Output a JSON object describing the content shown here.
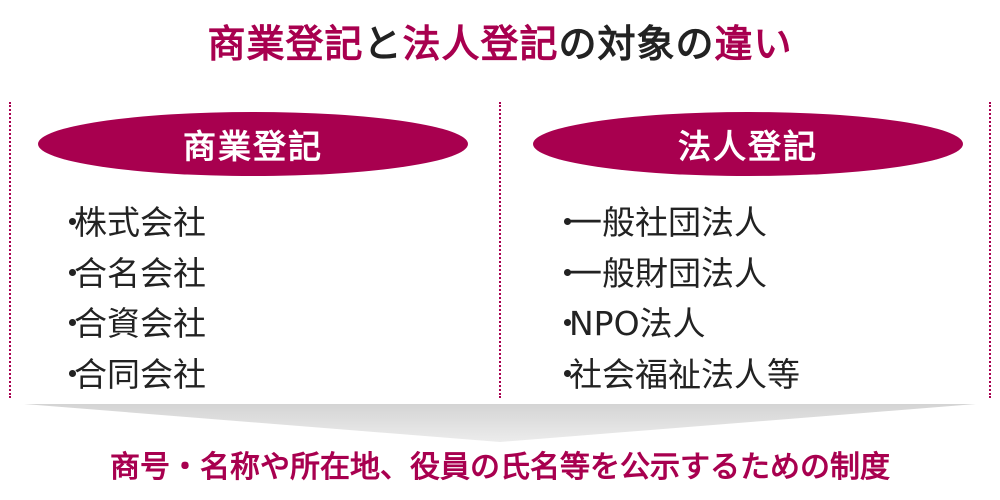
{
  "title": {
    "part1": "商業登記",
    "part2": "と",
    "part3": "法人登記",
    "part4": "の対象の",
    "part5": "違い"
  },
  "left": {
    "heading": "商業登記",
    "items": [
      "株式会社",
      "合名会社",
      "合資会社",
      "合同会社"
    ]
  },
  "right": {
    "heading": "法人登記",
    "items": [
      "一般社団法人",
      "一般財団法人",
      "NPO法人",
      "社会福祉法人等"
    ]
  },
  "bullet": "・",
  "footer": "商号・名称や所在地、役員の氏名等を公示するための制度",
  "colors": {
    "accent": "#a8004f",
    "text": "#222222",
    "arrow": "#dcdcdc"
  }
}
